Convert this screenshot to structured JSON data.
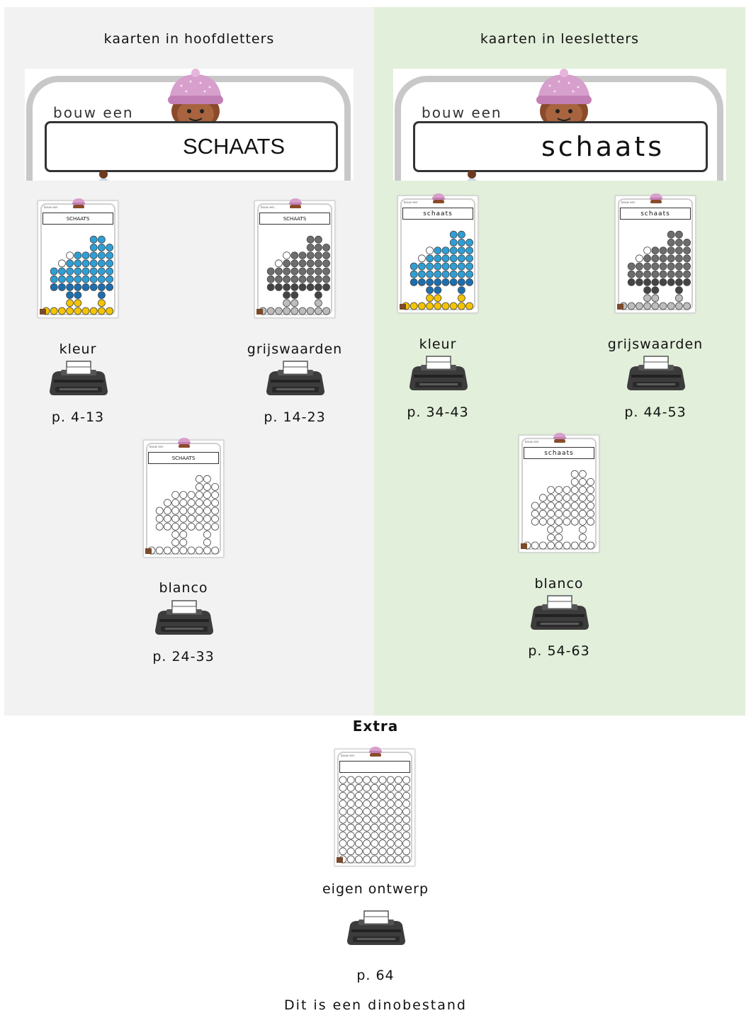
{
  "left": {
    "title": "kaarten in hoofdletters",
    "banner": {
      "prefix": "bouw een",
      "word": "SCHAATS"
    },
    "items": [
      {
        "label": "kleur",
        "pages": "p. 4-13",
        "card_word": "SCHAATS",
        "mode": "color"
      },
      {
        "label": "grijswaarden",
        "pages": "p. 14-23",
        "card_word": "SCHAATS",
        "mode": "gray"
      },
      {
        "label": "blanco",
        "pages": "p. 24-33",
        "card_word": "SCHAATS",
        "mode": "blank"
      }
    ]
  },
  "right": {
    "title": "kaarten in leesletters",
    "banner": {
      "prefix": "bouw een",
      "word": "schaats"
    },
    "items": [
      {
        "label": "kleur",
        "pages": "p. 34-43",
        "card_word": "schaats",
        "mode": "color"
      },
      {
        "label": "grijswaarden",
        "pages": "p. 44-53",
        "card_word": "schaats",
        "mode": "gray"
      },
      {
        "label": "blanco",
        "pages": "p. 54-63",
        "card_word": "schaats",
        "mode": "blank"
      }
    ]
  },
  "extra": {
    "title": "Extra",
    "label": "eigen ontwerp",
    "pages": "p. 64",
    "card_prefix": "bouw een"
  },
  "footer": "Dit is een dinobestand",
  "colors": {
    "left_panel": "#f2f2f2",
    "right_panel": "#e2efda",
    "bead_blue": "#2e9fd6",
    "bead_dark_blue": "#1b6fb0",
    "bead_yellow": "#f5c400",
    "bead_gray": "#6d6d6d",
    "bead_dark_gray": "#444444",
    "bead_light_gray": "#bdbdbd"
  },
  "icons": [
    "printer-icon",
    "skater-icon",
    "kid-with-hat-icon",
    "bead-icon"
  ]
}
